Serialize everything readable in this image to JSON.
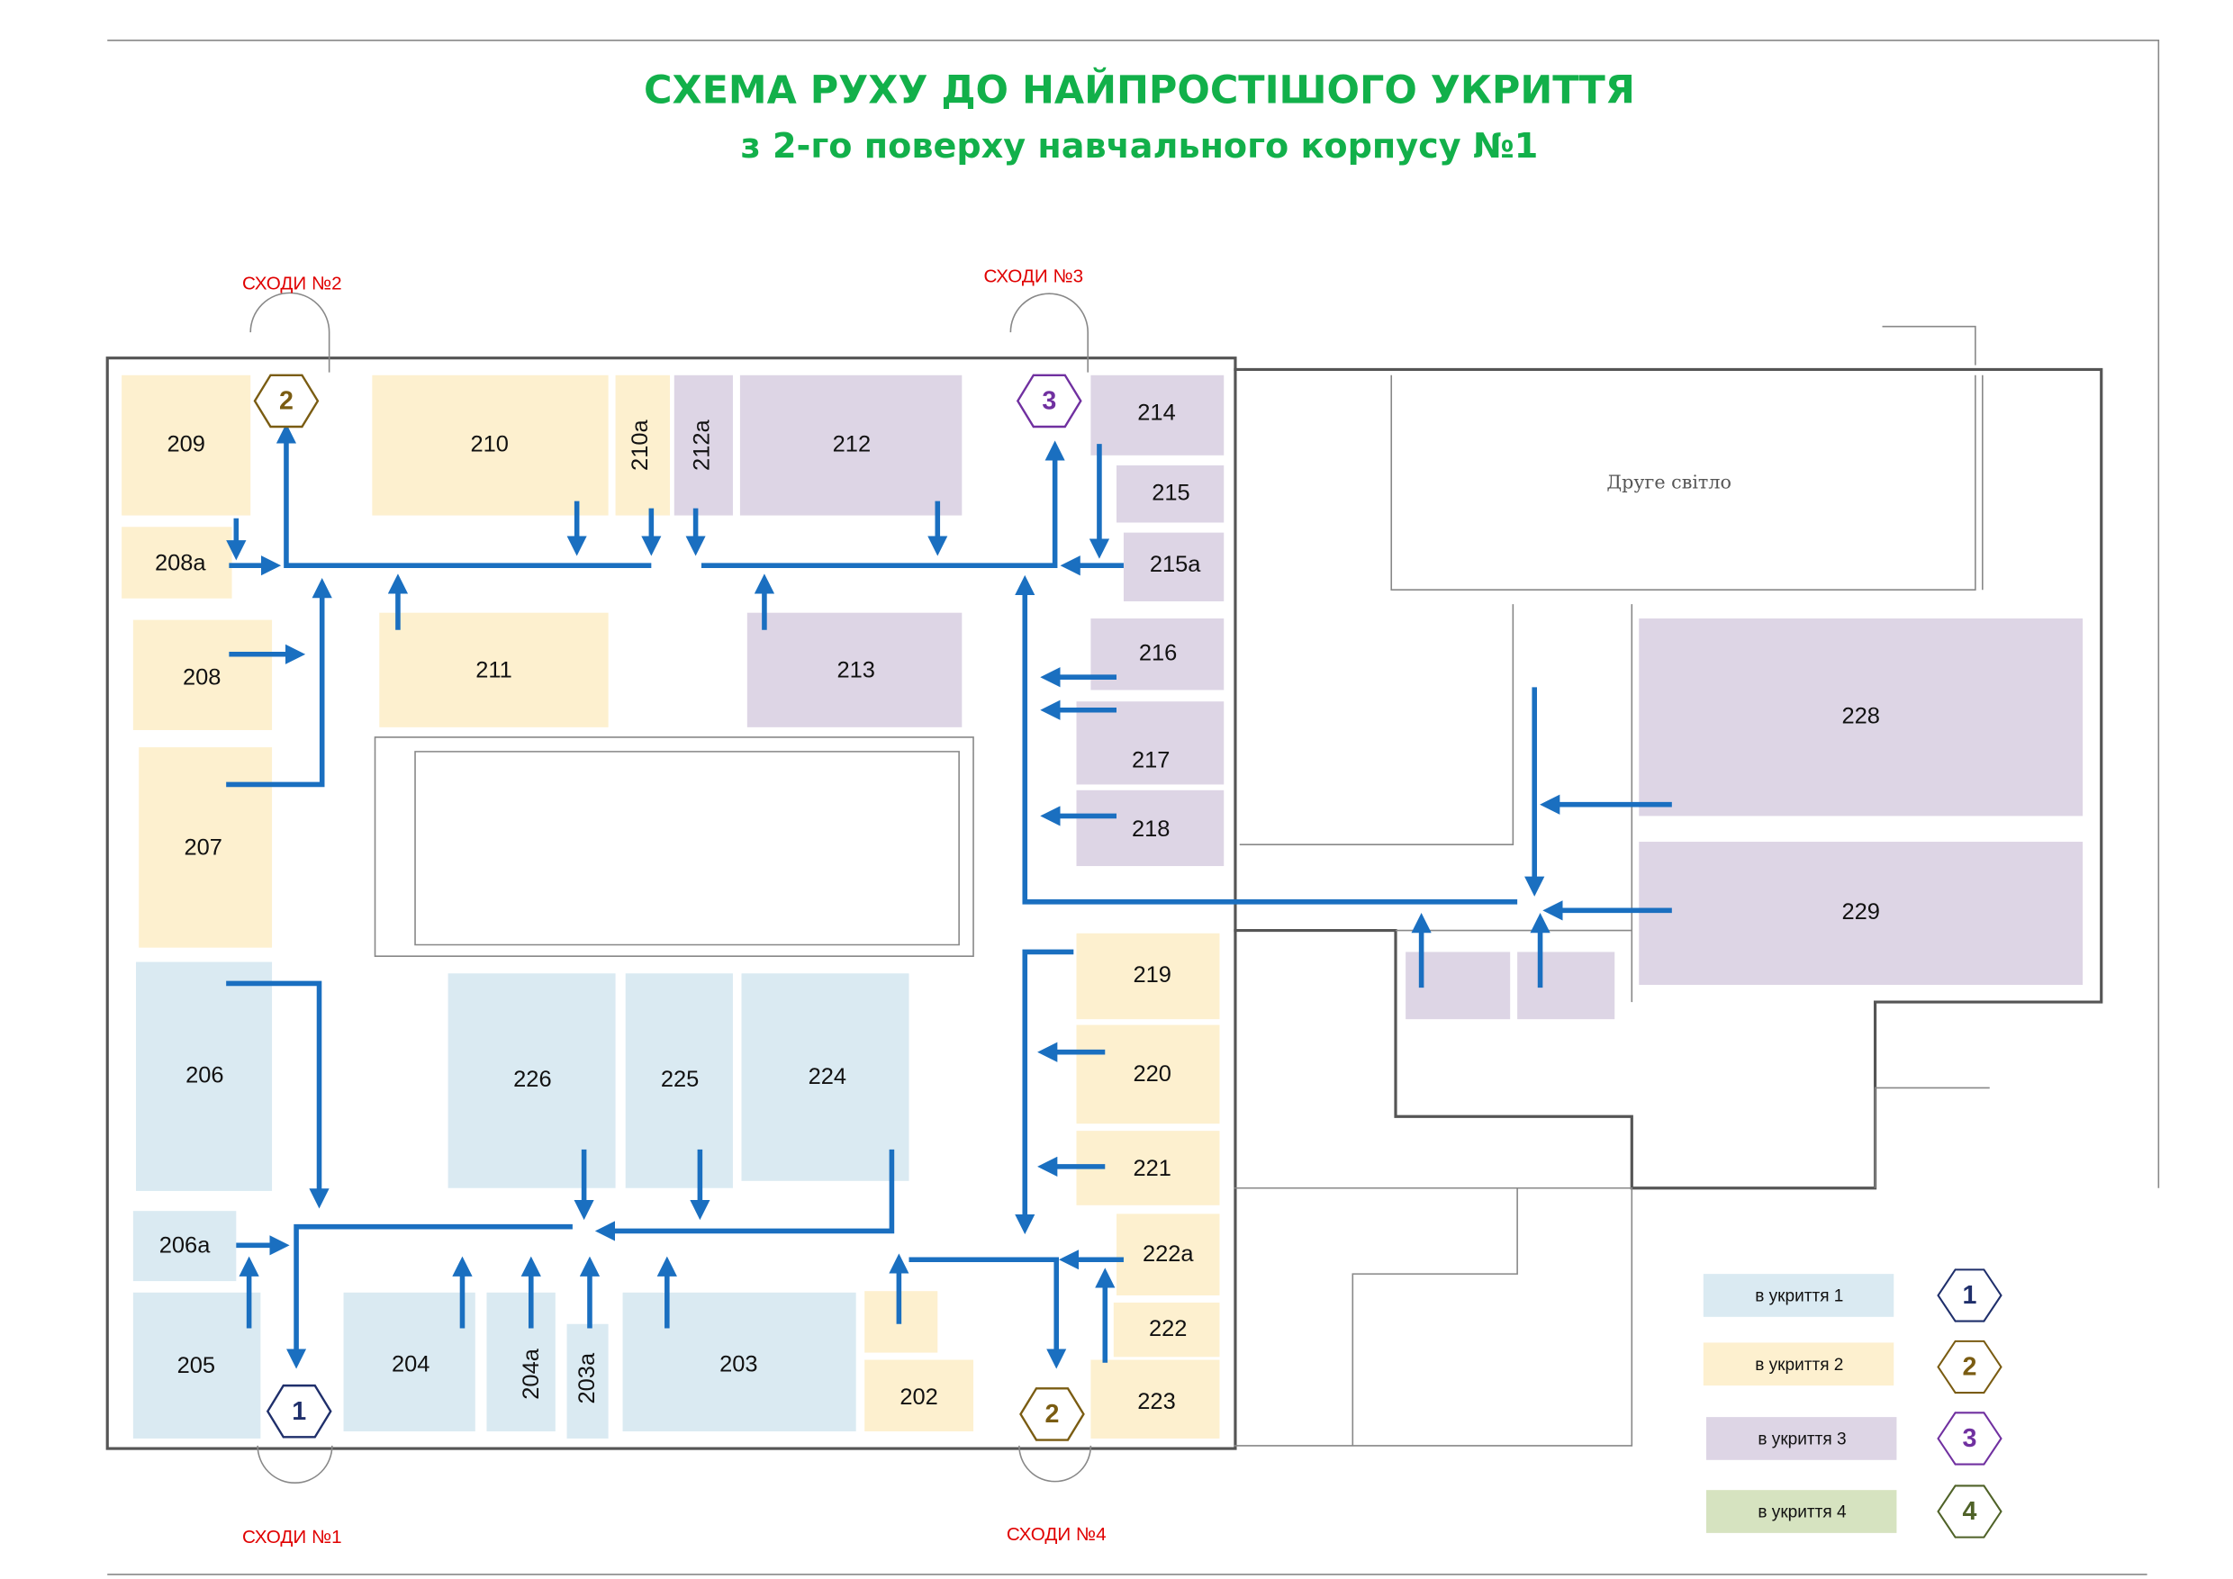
{
  "title": {
    "line1": "СХЕМА РУХУ ДО НАЙПРОСТІШОГО УКРИТТЯ",
    "line2": "з 2-го поверху навчального корпусу №1"
  },
  "stairs": {
    "s1": "СХОДИ №1",
    "s2": "СХОДИ №2",
    "s3": "СХОДИ №3",
    "s4": "СХОДИ №4"
  },
  "markers": {
    "stairs1": "1",
    "stairs2": "2",
    "stairs3": "3",
    "stairs4": "2"
  },
  "rooms": {
    "r209": "209",
    "r208a": "208а",
    "r208": "208",
    "r207": "207",
    "r206": "206",
    "r206a": "206а",
    "r205": "205",
    "r204": "204",
    "r204a": "204а",
    "r203a": "203а",
    "r203": "203",
    "r202": "202",
    "r223": "223",
    "r222": "222",
    "r222a": "222а",
    "r221": "221",
    "r220": "220",
    "r219": "219",
    "r226": "226",
    "r225": "225",
    "r224": "224",
    "r211": "211",
    "r213": "213",
    "r210": "210",
    "r210a": "210а",
    "r212a": "212а",
    "r212": "212",
    "r214": "214",
    "r215": "215",
    "r215a": "215а",
    "r216": "216",
    "r217": "217",
    "r218": "218",
    "r228": "228",
    "r229": "229"
  },
  "second_light": "Друге світло",
  "legend": [
    {
      "label": "в укриття 1",
      "num": "1",
      "fill": "#daeaf2",
      "stroke": "#1f2f6b"
    },
    {
      "label": "в укриття 2",
      "num": "2",
      "fill": "#fdf0cf",
      "stroke": "#7a5c12"
    },
    {
      "label": "в укриття 3",
      "num": "3",
      "fill": "#ddd5e5",
      "stroke": "#7030a0"
    },
    {
      "label": "в укриття 4",
      "num": "4",
      "fill": "#d6e3c0",
      "stroke": "#4f6228"
    }
  ],
  "colors": {
    "title": "#12b04a",
    "arrow": "#1a6fc0",
    "stairs_label": "#e00000"
  }
}
